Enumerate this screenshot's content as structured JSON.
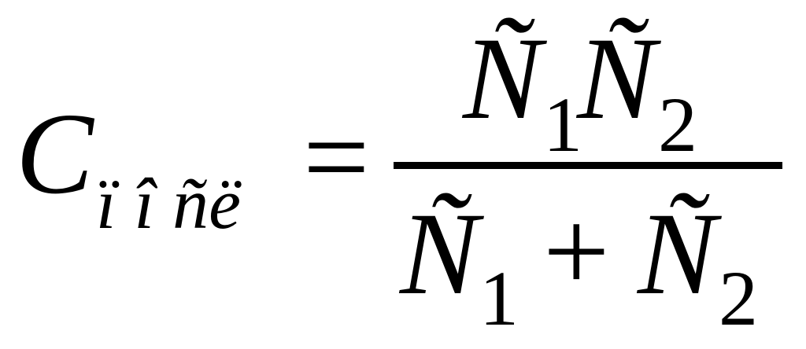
{
  "equation": {
    "lhs": {
      "symbol": "C",
      "subscript": "ï î ñë"
    },
    "equals": "=",
    "numerator": {
      "factor1": {
        "symbol": "Ñ",
        "subscript": "1"
      },
      "factor2": {
        "symbol": "Ñ",
        "subscript": "2"
      }
    },
    "denominator": {
      "term1": {
        "symbol": "Ñ",
        "subscript": "1"
      },
      "operator": "+",
      "term2": {
        "symbol": "Ñ",
        "subscript": "2"
      }
    }
  }
}
